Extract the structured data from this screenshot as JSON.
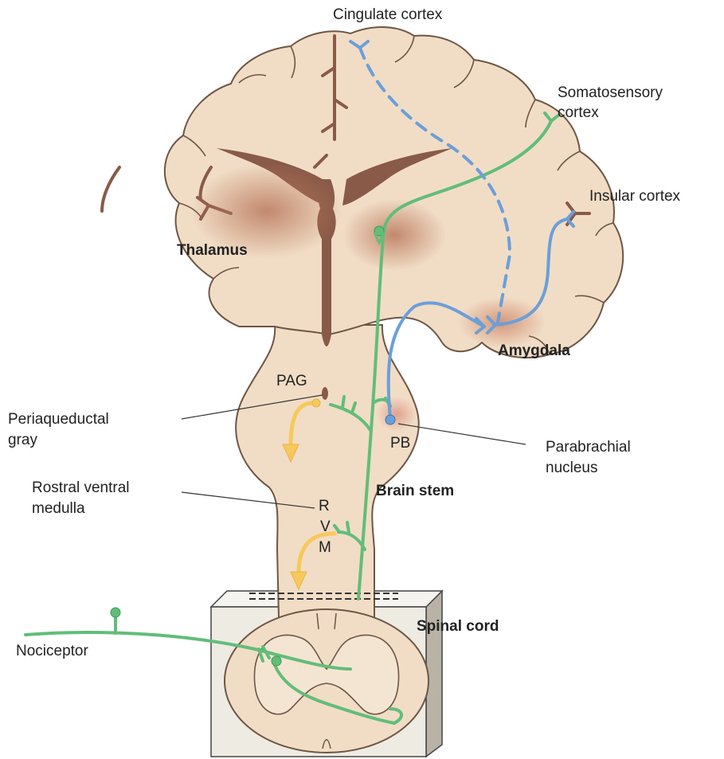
{
  "labels": {
    "cingulate": "Cingulate cortex",
    "somato_1": "Somatosensory",
    "somato_2": "cortex",
    "insular": "Insular cortex",
    "thalamus": "Thalamus",
    "amygdala": "Amygdala",
    "pag": "PAG",
    "periaq_1": "Periaqueductal",
    "periaq_2": "gray",
    "pb": "PB",
    "parabrachial_1": "Parabrachial",
    "parabrachial_2": "nucleus",
    "rostral_1": "Rostral ventral",
    "rostral_2": "medulla",
    "rvm_r": "R",
    "rvm_v": "V",
    "rvm_m": "M",
    "brainstem": "Brain stem",
    "spinal": "Spinal cord",
    "nociceptor": "Nociceptor"
  },
  "colors": {
    "tissue": "#f1dcc5",
    "tissue_outline": "#6e5646",
    "ventricle": "#8a5a48",
    "nucleus_shade": "#c99277",
    "ascending_pathway": "#62bd7a",
    "limbic_pathway": "#6a9fd9",
    "descending_modulation": "#f7c95c",
    "spinal_block": "#eeebe3"
  }
}
